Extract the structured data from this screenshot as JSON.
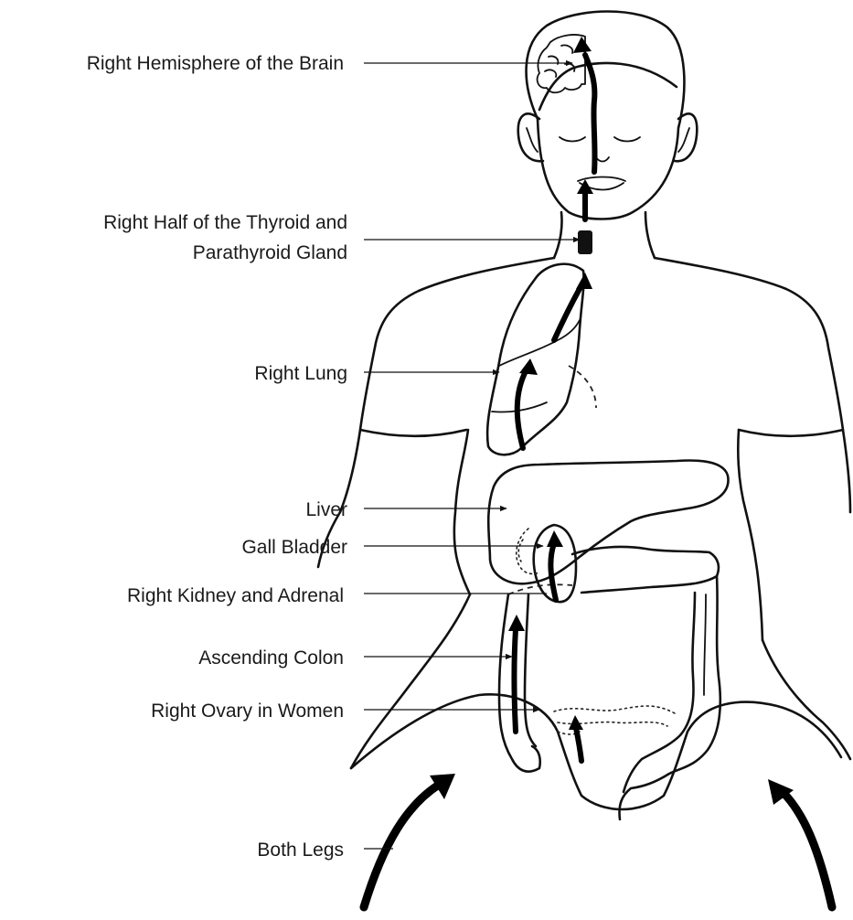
{
  "labels": {
    "brain": "Right Hemisphere of the Brain",
    "thyroid_line1": "Right Half of the Thyroid and",
    "thyroid_line2": "Parathyroid Gland",
    "lung": "Right Lung",
    "liver": "Liver",
    "gall_bladder": "Gall Bladder",
    "kidney": "Right Kidney and Adrenal",
    "colon": "Ascending Colon",
    "ovary": "Right Ovary in Women",
    "legs": "Both Legs"
  },
  "icons": {
    "flow_arrow": "upward-flow-arrow-icon",
    "leader_pointer": "leader-line-arrow-icon"
  },
  "colors": {
    "ink": "#111111",
    "background": "#ffffff"
  }
}
